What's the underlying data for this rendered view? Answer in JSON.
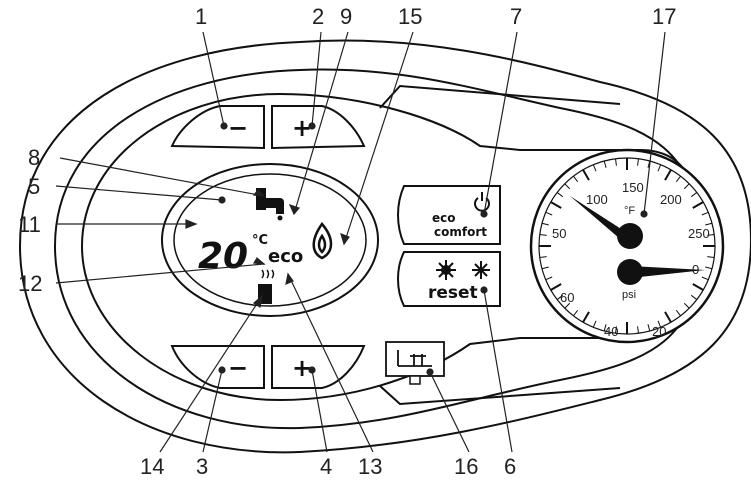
{
  "callouts": {
    "c1": "1",
    "c2": "2",
    "c9": "9",
    "c15": "15",
    "c7": "7",
    "c17": "17",
    "c8": "8",
    "c5": "5",
    "c11": "11",
    "c12": "12",
    "c14": "14",
    "c3": "3",
    "c4": "4",
    "c13": "13",
    "c16": "16",
    "c6": "6"
  },
  "buttons": {
    "minus": "−",
    "plus": "+",
    "eco_label_top": "eco",
    "eco_label_bottom": "comfort",
    "reset_label": "reset"
  },
  "display": {
    "temperature": "20",
    "unit": "°C",
    "eco": "eco"
  },
  "gauge": {
    "temp_unit": "°F",
    "pressure_unit": "psi",
    "temp_ticks": [
      "50",
      "100",
      "150",
      "200",
      "250"
    ],
    "pressure_ticks": [
      "60",
      "40",
      "20",
      "0"
    ]
  },
  "icons": {
    "tap": "tap-icon",
    "flame": "flame-icon",
    "radiator": "radiator-icon",
    "power": "power-icon",
    "sun": "sun-icon",
    "snowflake": "snowflake-icon",
    "filling": "filling-tap-icon"
  }
}
